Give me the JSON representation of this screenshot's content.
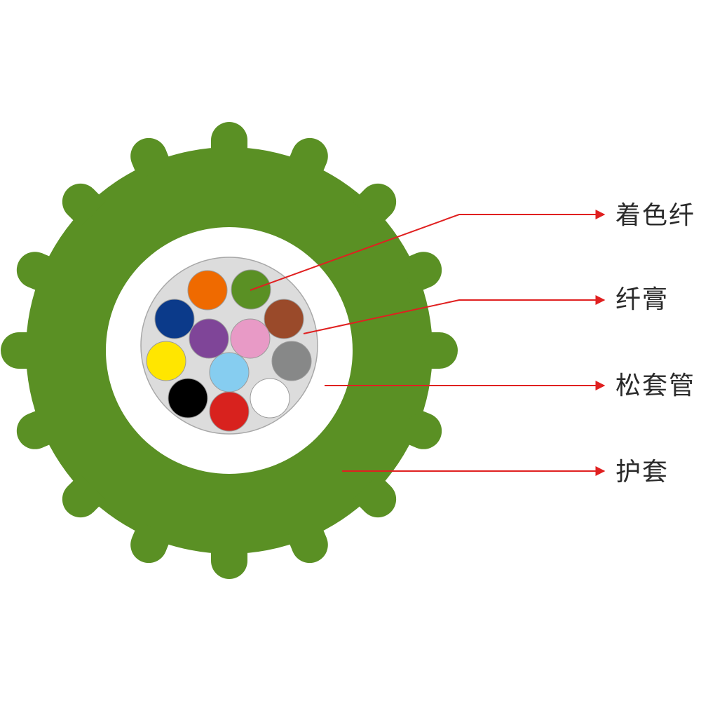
{
  "diagram": {
    "colors": {
      "jacket": "#5a9024",
      "tube": "#ffffff",
      "gel": "#dcdcdc",
      "gel_border": "#a8a8a8",
      "leader": "#e02020",
      "fiber_border": "#9a9a9a"
    },
    "fibers": [
      {
        "name": "orange",
        "color": "#ef6a00"
      },
      {
        "name": "green",
        "color": "#5a9024"
      },
      {
        "name": "blue",
        "color": "#0b3a8a"
      },
      {
        "name": "brown",
        "color": "#9a4a2a"
      },
      {
        "name": "purple",
        "color": "#7f4598"
      },
      {
        "name": "pink",
        "color": "#e89ac6"
      },
      {
        "name": "yellow",
        "color": "#ffe600"
      },
      {
        "name": "gray",
        "color": "#878888"
      },
      {
        "name": "light-blue",
        "color": "#86cdf0"
      },
      {
        "name": "black",
        "color": "#000000"
      },
      {
        "name": "white",
        "color": "#ffffff"
      },
      {
        "name": "red",
        "color": "#d8221e"
      }
    ],
    "labels": [
      {
        "id": "colored-fiber",
        "text": "着色纤"
      },
      {
        "id": "fiber-gel",
        "text": "纤膏"
      },
      {
        "id": "loose-tube",
        "text": "松套管"
      },
      {
        "id": "jacket",
        "text": "护套"
      }
    ]
  }
}
